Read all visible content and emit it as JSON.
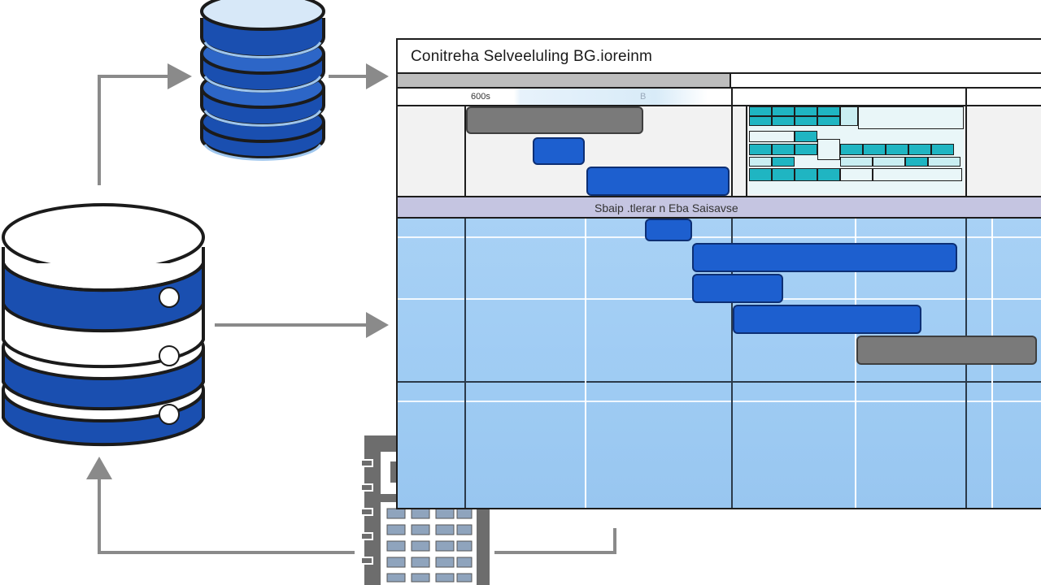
{
  "window": {
    "title": "Conitreha  Selveeluling BG.ioreinm",
    "upper_header_left": "600s",
    "upper_header_right": "B    "
  },
  "band": {
    "label": "Sbaip .tlerar  n   Eba Saisavse"
  },
  "colors": {
    "task_blue": "#1d5fcf",
    "task_gray": "#7a7a7a",
    "cell_teal": "#1fb5c2",
    "grid_blue": "#a8d1f5",
    "band_lavender": "#c5c5e1",
    "db_blue": "#1a4fb0",
    "connector_gray": "#8a8a8a"
  },
  "icons": {
    "database_small": "database-icon",
    "database_large": "database-server-icon",
    "calculator": "calculator-icon",
    "arrow": "arrow-right-icon"
  }
}
